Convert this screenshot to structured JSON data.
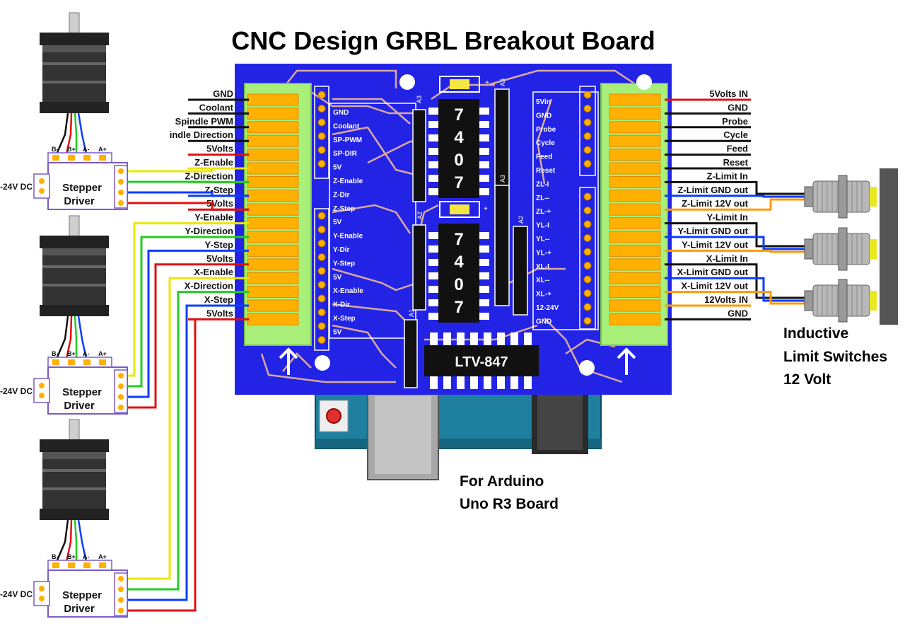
{
  "title": "CNC Design GRBL Breakout Board",
  "colors": {
    "board": "#2323e6",
    "terminal": "#a8f07a",
    "pad": "#ffb000",
    "trace": "#d9a9a0",
    "wire_black": "#111111",
    "wire_red": "#e01010",
    "wire_yellow": "#e8e800",
    "wire_green": "#22cc22",
    "wire_blue": "#0a3cff",
    "wire_orange": "#ff9a00",
    "arduino": "#1e7f9e"
  },
  "left_terminals": [
    "GND",
    "Coolant",
    "Spindle PWM",
    "indle Direction",
    "5Volts",
    "Z-Enable",
    "Z-Direction",
    "Z-Step",
    "5Volts",
    "Y-Enable",
    "Y-Direction",
    "Y-Step",
    "5Volts",
    "X-Enable",
    "X-Direction",
    "X-Step",
    "5Volts"
  ],
  "right_terminals": [
    "5Volts IN",
    "GND",
    "Probe",
    "Cycle",
    "Feed",
    "Reset",
    "Z-Limit In",
    "Z-Limit GND out",
    "Z-Limit 12V out",
    "Y-Limit In",
    "Y-Limit GND out",
    "Y-Limit 12V out",
    "X-Limit In",
    "X-Limit GND out",
    "X-Limit 12V out",
    "12Volts IN",
    "GND"
  ],
  "silk_left": [
    "GND",
    "Coolant",
    "SP-PWM",
    "SP-DIR",
    "5V",
    "Z-Enable",
    "Z-Dir",
    "Z-Step",
    "5V",
    "Y-Enable",
    "Y-Dir",
    "Y-Step",
    "5V",
    "X-Enable",
    "X-Dir",
    "X-Step",
    "5V"
  ],
  "silk_right": [
    "5Vin",
    "GND",
    "Probe",
    "Cycle",
    "Feed",
    "Reset",
    "ZL-I",
    "ZL--",
    "ZL-+",
    "YL-I",
    "YL--",
    "YL-+",
    "XL-I",
    "XL--",
    "XL-+",
    "12-24V",
    "GND"
  ],
  "chip_digits": [
    "7",
    "4",
    "0",
    "7"
  ],
  "chip_label": "LTV-847",
  "small_labels": {
    "a1": "A1",
    "a2": "A2",
    "a3": "A3",
    "a4": "A3"
  },
  "plus_sign": "+",
  "stepper": {
    "label_line1": "Stepper",
    "label_line2": "Driver",
    "power": "-24V DC",
    "pins": [
      "B-",
      "B+",
      "A-",
      "A+"
    ]
  },
  "arduino_caption": [
    "For Arduino",
    "Uno R3 Board"
  ],
  "switch_caption": [
    "Inductive",
    "Limit Switches",
    "12 Volt"
  ]
}
